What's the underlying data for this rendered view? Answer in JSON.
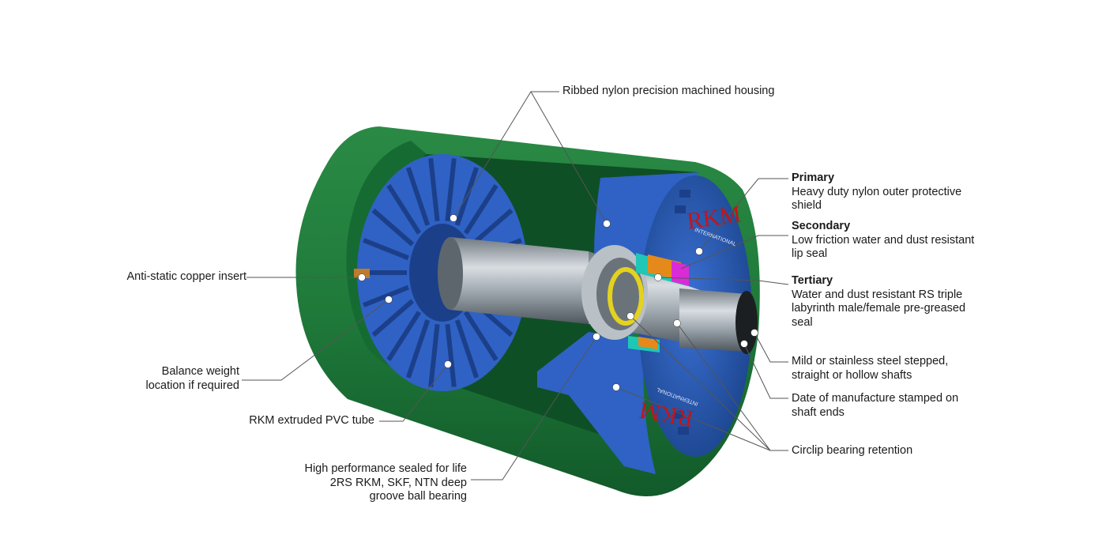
{
  "callouts": {
    "housing": "Ribbed nylon precision machined housing",
    "copper": "Anti-static copper insert",
    "balance": [
      "Balance weight",
      "location if required"
    ],
    "tube": "RKM extruded PVC tube",
    "bearing": [
      "High performance sealed for life",
      "2RS RKM, SKF, NTN deep",
      "groove ball bearing"
    ],
    "primary": {
      "title": "Primary",
      "lines": [
        "Heavy duty nylon outer protective",
        "shield"
      ]
    },
    "secondary": {
      "title": "Secondary",
      "lines": [
        "Low friction water and dust resistant",
        "lip seal"
      ]
    },
    "tertiary": {
      "title": "Tertiary",
      "lines": [
        "Water and dust resistant RS triple",
        "labyrinth male/female pre-greased",
        "seal"
      ]
    },
    "shafts": [
      "Mild or stainless steel stepped,",
      "straight or hollow shafts"
    ],
    "date": [
      "Date of manufacture stamped on",
      "shaft ends"
    ],
    "circlip": "Circlip bearing retention"
  },
  "logo": {
    "brand": "RKM",
    "sub": "INTERNATIONAL"
  },
  "colors": {
    "tube_green": "#1f7a3a",
    "tube_dark": "#0e4a22",
    "housing_blue": "#2f62c4",
    "housing_dark": "#1c3f8a",
    "logo_red": "#c0161c",
    "shaft_grey": "#9aa3ab",
    "leader": "#555555"
  }
}
